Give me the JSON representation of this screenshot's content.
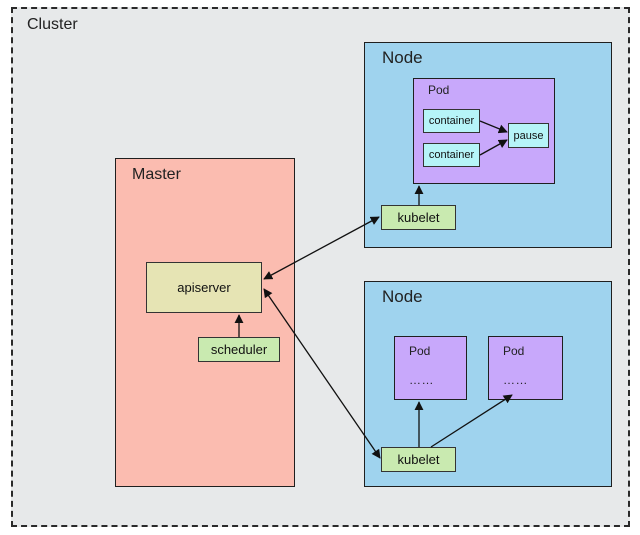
{
  "cluster": {
    "label": "Cluster"
  },
  "master": {
    "label": "Master",
    "apiserver": "apiserver",
    "scheduler": "scheduler"
  },
  "node1": {
    "label": "Node",
    "pod": {
      "label": "Pod",
      "containers": [
        "container",
        "container"
      ],
      "pause": "pause"
    },
    "kubelet": "kubelet"
  },
  "node2": {
    "label": "Node",
    "pods": [
      {
        "label": "Pod",
        "dots": "……"
      },
      {
        "label": "Pod",
        "dots": "……"
      }
    ],
    "kubelet": "kubelet"
  },
  "colors": {
    "cluster_bg": "#e7e9ea",
    "master_bg": "#fbbcb0",
    "node_bg": "#9fd3ee",
    "pod_bg": "#c8a8fb",
    "container_bg": "#b6f4f8",
    "kubelet_bg": "#c9eab0",
    "apiserver_bg": "#e6e4b4"
  }
}
